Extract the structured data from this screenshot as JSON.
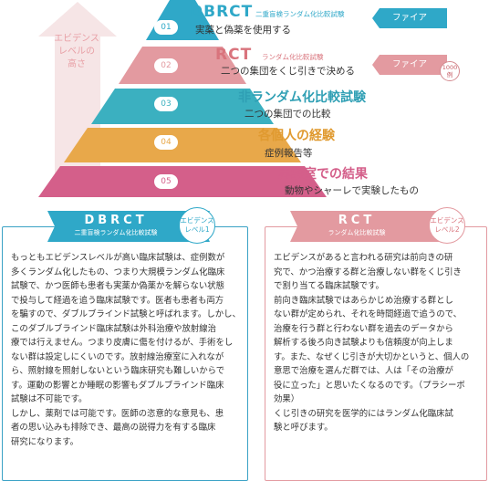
{
  "colors": {
    "level1": "#2fa8c8",
    "level2": "#e39aa0",
    "level3": "#3bb0c0",
    "level4": "#e8a84a",
    "level5": "#d45f8a",
    "arrow": "#f6e5e6"
  },
  "arrow": {
    "label_lines": [
      "エビデンス",
      "レベルの",
      "高さ"
    ]
  },
  "pyramid": [
    {
      "num": "01",
      "title": "DBRCT",
      "note": "二重盲検ランダム化比較試験",
      "sub": "実薬と偽薬を使用する"
    },
    {
      "num": "02",
      "title": "RCT",
      "note": "ランダム化比較試験",
      "sub": "二つの集団をくじ引きで決める"
    },
    {
      "num": "03",
      "title": "非ランダム化比較試験",
      "note": "",
      "sub": "二つの集団での比較"
    },
    {
      "num": "04",
      "title": "各個人の経験",
      "note": "",
      "sub": "症例報告等"
    },
    {
      "num": "05",
      "title": "実験室での結果",
      "note": "",
      "sub": "動物やシャーレで実験したもの"
    }
  ],
  "tags": {
    "phase1": "ファイア",
    "phase2": "ファイア",
    "badge_lines": [
      "1000",
      "例"
    ]
  },
  "cards": {
    "left": {
      "title": "DBRCT",
      "subtitle": "二重盲検ランダム化比較試験",
      "badge_lines": [
        "エビデンス",
        "レベル1"
      ],
      "lines": [
        "もっともエビデンスレベルが高い臨床試験は、症例数が",
        "多くランダム化したもの、つまり大規模ランダム化臨床",
        "試験で、かつ医師も患者も実薬か偽薬かを解らない状態",
        "で投与して経過を追う臨床試験です。医者も患者も両方",
        "を騙すので、ダブルブラインド試験と呼ばれます。しかし、",
        "このダブルブラインド臨床試験は外科治療や放射線治",
        "療では行えません。つまり皮膚に傷を付けるが、手術をし",
        "ない群は設定しにくいのです。放射線治療室に入れなが",
        "ら、照射線を照射しないという臨床研究も難しいからで",
        "す。運動の影響とか睡眠の影響もダブルブラインド臨床",
        "試験は不可能です。",
        "しかし、薬剤では可能です。医師の恣意的な意見も、患",
        "者の思い込みも排除でき、最高の説得力を有する臨床",
        "研究になります。"
      ]
    },
    "right": {
      "title": "RCT",
      "subtitle": "ランダム化比較試験",
      "badge_lines": [
        "エビデンス",
        "レベル2"
      ],
      "lines": [
        "エビデンスがあると言われる研究は前向きの研",
        "究で、かつ治療する群と治療しない群をくじ引き",
        "で割り当てる臨床試験です。",
        "前向き臨床試験ではあらかじめ治療する群とし",
        "ない群が定められ、それを時間経過で追うので、",
        "治療を行う群と行わない群を過去のデータから",
        "解析する後ろ向き試験よりも信頼度が向上しま",
        "す。また、なぜくじ引きが大切かというと、個人の",
        "意思で治療を選んだ群では、人は「その治療が",
        "役に立った」と思いたくなるのです。（プラシーボ",
        "効果）",
        "くじ引きの研究を医学的にはランダム化臨床試",
        "験と呼びます。"
      ]
    }
  }
}
